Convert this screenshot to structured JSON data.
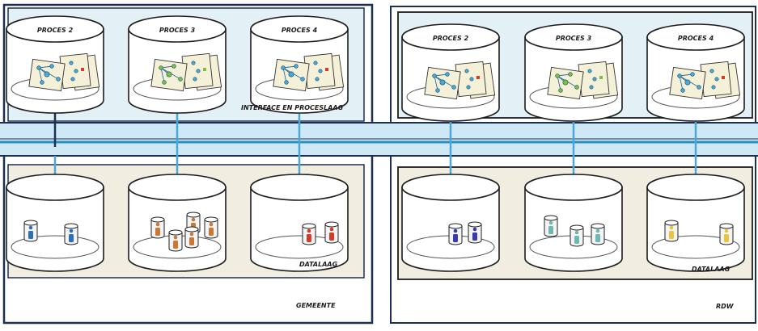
{
  "layers": {
    "process_layer_label": "INTERFACE EN PROCESLAAG",
    "data_layer_label": "DATALAAG"
  },
  "organizations": [
    {
      "name": "GEMEENTE",
      "processes": [
        {
          "label": "PROCES 2",
          "accent": "#4aa8d6"
        },
        {
          "label": "PROCES 3",
          "accent": "#7cc043"
        },
        {
          "label": "PROCES 4",
          "accent": "#4aa8d6"
        }
      ],
      "data_stores": [
        {
          "icon": "database-user-icon",
          "color": "#2f6fb8",
          "count": 2
        },
        {
          "icon": "database-user-icon",
          "color": "#c8793a",
          "count": 5
        },
        {
          "icon": "database-user-icon",
          "color": "#d63a2a",
          "count": 2
        }
      ]
    },
    {
      "name": "RDW",
      "processes": [
        {
          "label": "PROCES 2",
          "accent": "#4aa8d6"
        },
        {
          "label": "PROCES 3",
          "accent": "#7cc043"
        },
        {
          "label": "PROCES 4",
          "accent": "#4aa8d6"
        }
      ],
      "data_stores": [
        {
          "icon": "database-user-icon",
          "color": "#3a3aa8",
          "count": 2
        },
        {
          "icon": "database-user-icon",
          "color": "#6fb8b0",
          "count": 3
        },
        {
          "icon": "database-user-icon",
          "color": "#e8c53a",
          "count": 2
        }
      ]
    }
  ],
  "colors": {
    "process_panel_bg": "#e3f1f7",
    "data_panel_bg": "#f1ede0",
    "bus_fill": "#cfe8f5",
    "bus_line": "#2b8fc7",
    "frame": "#1b2f52"
  }
}
